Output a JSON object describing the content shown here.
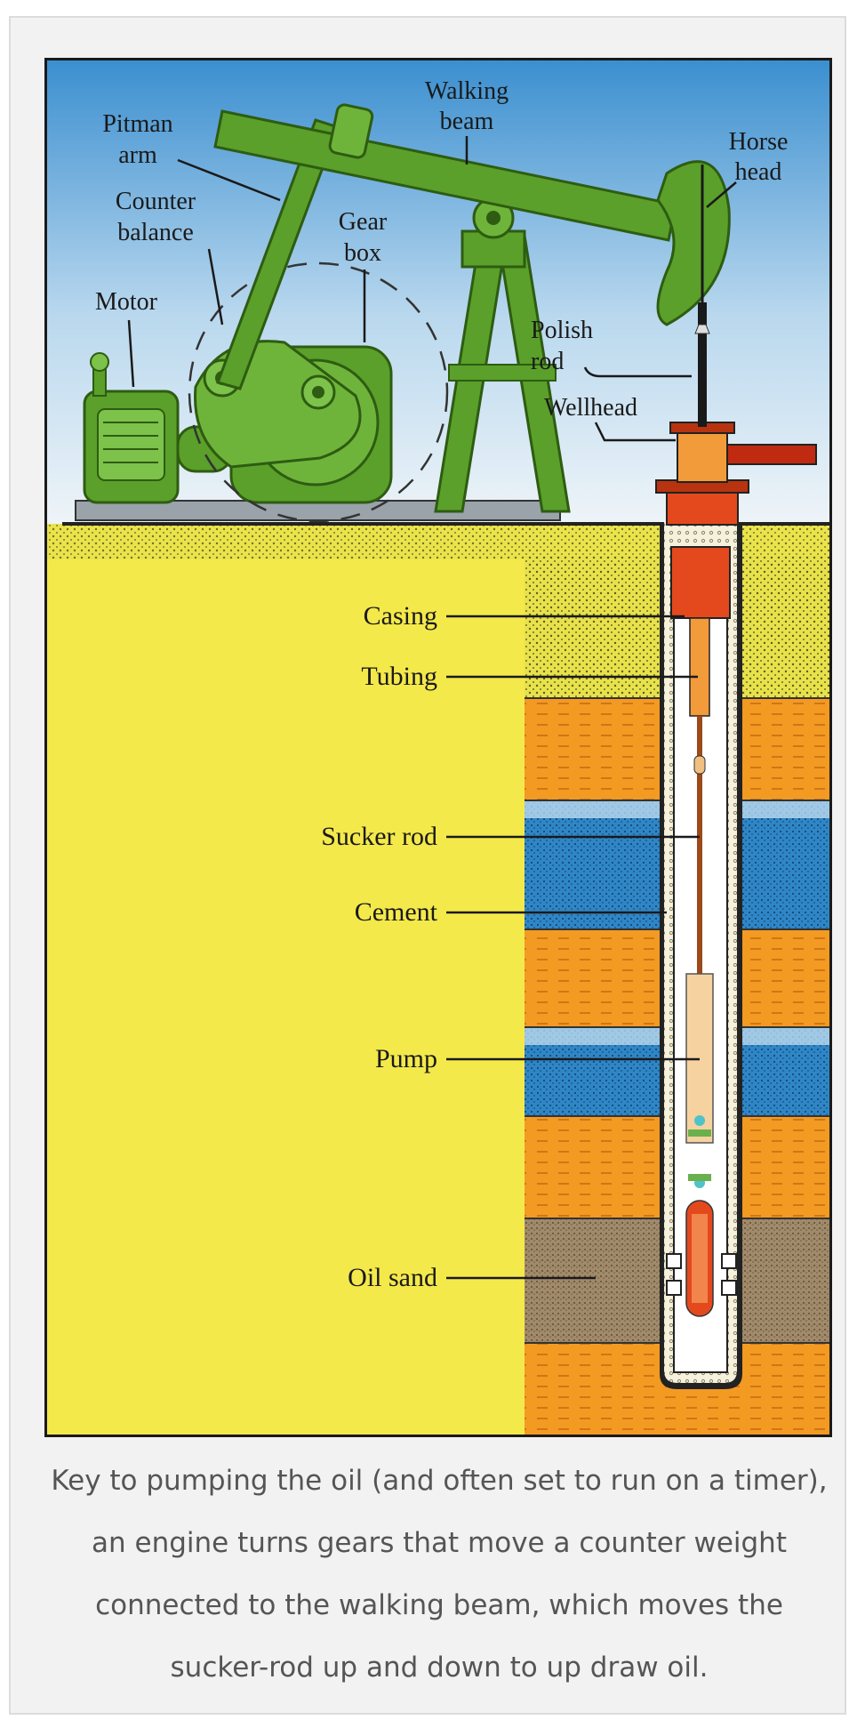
{
  "diagram": {
    "labels": {
      "pitman_arm": [
        "Pitman",
        "arm"
      ],
      "walking_beam": [
        "Walking",
        "beam"
      ],
      "horse_head": [
        "Horse",
        "head"
      ],
      "counter_balance": [
        "Counter",
        "balance"
      ],
      "gear_box": [
        "Gear",
        "box"
      ],
      "motor": "Motor",
      "polish_rod": [
        "Polish",
        "rod"
      ],
      "wellhead": "Wellhead",
      "casing": "Casing",
      "tubing": "Tubing",
      "sucker_rod": "Sucker rod",
      "cement": "Cement",
      "pump": "Pump",
      "oil_sand": "Oil sand"
    },
    "colors": {
      "sky_top": "#3b8fd0",
      "sky_bottom": "#e6f0f7",
      "ground": "#f4e94a",
      "machine_green": "#5aa02a",
      "orange_layer": "#f39a23",
      "blue_layer": "#2f86c6",
      "oil_sand": "#a08a6a",
      "well_red": "#e4491e"
    }
  },
  "caption": "Key to pumping the oil (and often set to run on a timer), an engine turns gears that move a counter weight connected to the walking beam, which moves the sucker-rod up and down to up draw oil."
}
